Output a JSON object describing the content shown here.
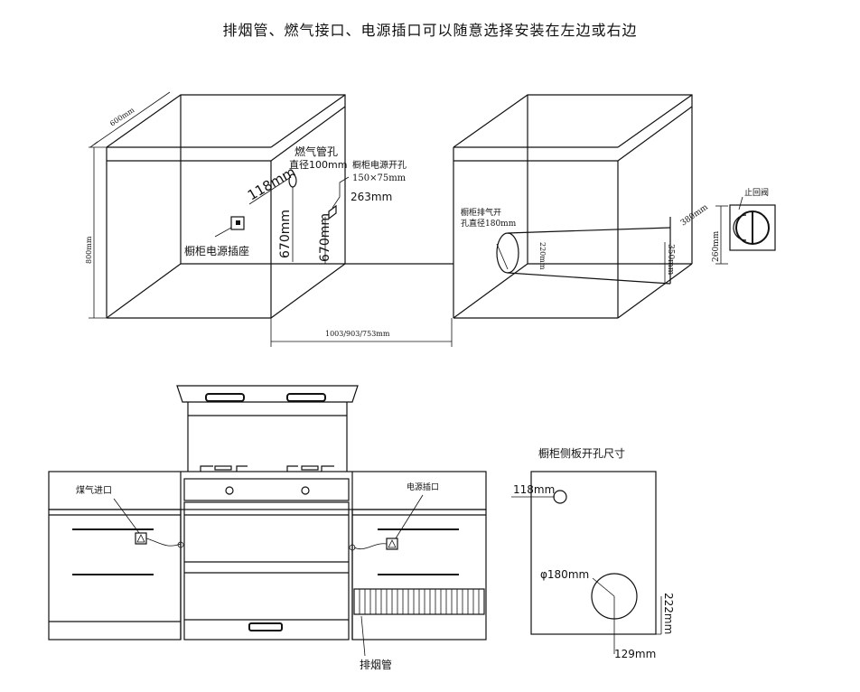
{
  "header": {
    "title": "排烟管、燃气接口、电源插口可以随意选择安装在左边或右边"
  },
  "cabinet_left": {
    "depth_label": "600mm",
    "height_label": "800mm",
    "socket_label": "橱柜电源插座",
    "gas_hole_title": "燃气管孔",
    "gas_hole_dia": "直径100mm",
    "gas_hole_offset": "118mm",
    "gas_hole_height": "670mm",
    "power_hole_title": "橱柜电源开孔",
    "power_hole_size": "150×75mm",
    "power_hole_offset": "263mm",
    "power_hole_height": "670mm",
    "width_label": "1003/903/753mm"
  },
  "cabinet_right": {
    "exhaust_title": "橱柜排气开",
    "exhaust_dia": "孔直径180mm",
    "dim_220": "220mm",
    "dim_380": "380mm",
    "dim_350": "350mm",
    "dim_260": "260mm",
    "valve_label": "止回阀"
  },
  "front_view": {
    "gas_inlet_label": "煤气进口",
    "power_socket_label": "电源插口",
    "exhaust_pipe_label": "排烟管"
  },
  "side_panel": {
    "title": "橱柜侧板开孔尺寸",
    "dim_118": "118mm",
    "dim_180": "φ180mm",
    "dim_222": "222mm",
    "dim_129": "129mm"
  }
}
